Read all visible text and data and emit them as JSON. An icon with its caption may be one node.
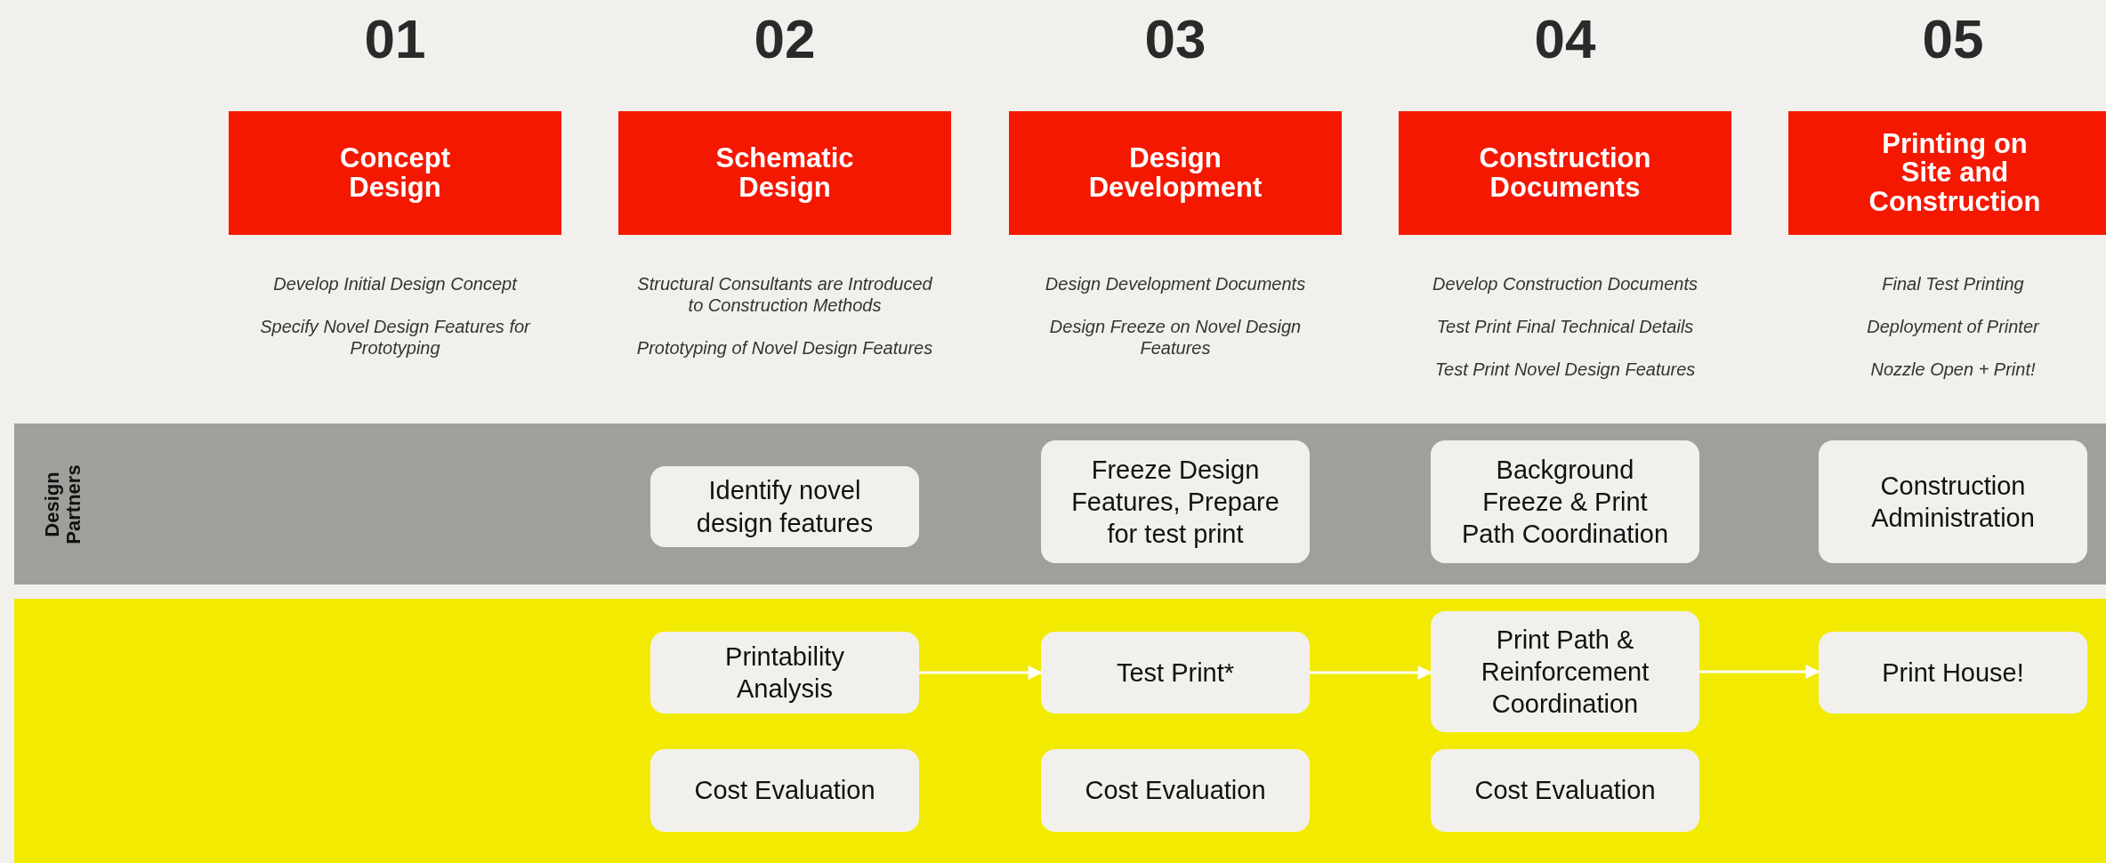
{
  "diagram": {
    "nodes": [
      {
        "text": [
          "Concept Design"
        ],
        "beside": [
          "Develop Initial Design Concept",
          "Specify Novel Design Features for Prototyping"
        ]
      },
      {
        "text": [
          "Schematic Design"
        ],
        "beside": [
          "Structural Consultants are Introduced to Construction Methods",
          "Prototyping of Novel Design Features"
        ]
      },
      {
        "text": [
          "Design Development"
        ],
        "beside": [
          "Design Development Documents",
          "Design Freeze on  Novel Design Features"
        ]
      },
      {
        "text": [
          "Construction Documents"
        ],
        "beside": [
          "Develop Construction Documents",
          "Test Print Final Technical Details",
          "Test Print Novel Design Features"
        ]
      },
      {
        "text": [
          "Printing on Site and Construction"
        ],
        "beside": [
          "Final Test Printing",
          "Deployment of Printer",
          "Nozzle Open + Print!"
        ]
      },
      {
        "text": [
          "Design Partners"
        ]
      },
      {
        "text": [],
        "shape": "box"
      },
      {
        "text": [
          "Identify novel design features"
        ],
        "in": 5
      },
      {
        "text": [
          "Freeze Design Features, Prepare for test print"
        ],
        "in": 5
      },
      {
        "text": [
          "Background Freeze & Print Path Coordination"
        ],
        "in": 5
      },
      {
        "text": [
          "Construction Administration"
        ],
        "in": 5
      },
      {
        "text": [
          "Printability Analysis"
        ],
        "in": 6
      },
      {
        "text": [
          "Test Print*"
        ],
        "in": 6
      },
      {
        "text": [
          "Print Path & Reinforcement Coordination"
        ],
        "in": 6
      },
      {
        "text": [
          "Print House!"
        ],
        "in": 6
      },
      {
        "text": [
          "Cost Evaluation"
        ],
        "in": 6
      },
      {
        "text": [
          "Cost Evaluation"
        ],
        "in": 6
      },
      {
        "text": [
          "Cost Evaluation"
        ],
        "in": 6
      }
    ],
    "edges": [
      {
        "from": 11,
        "to": 12,
        "arrow": "to"
      },
      {
        "from": 12,
        "to": 13,
        "arrow": "to"
      },
      {
        "from": 13,
        "to": 14,
        "arrow": "to"
      }
    ],
    "labels": [
      "01",
      "02",
      "03",
      "04",
      "05"
    ]
  }
}
